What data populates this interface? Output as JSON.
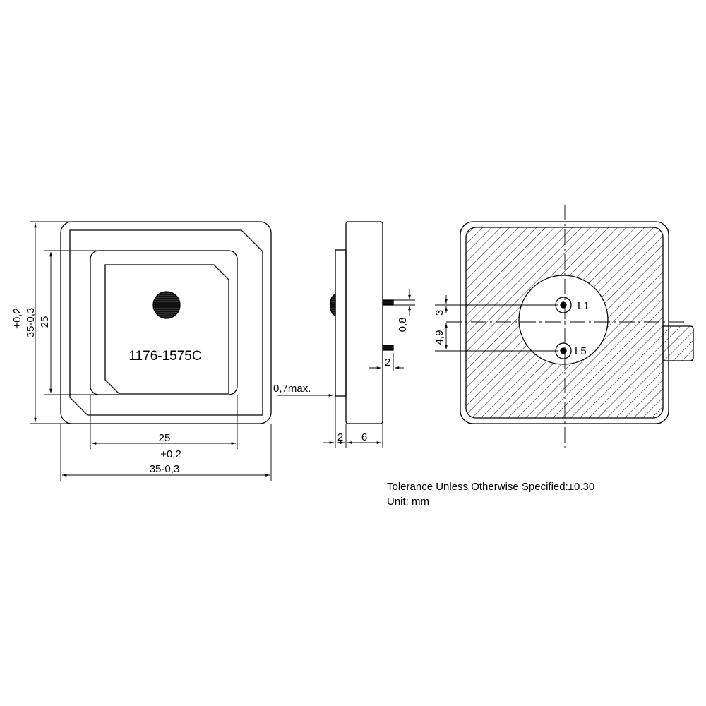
{
  "front_view": {
    "part_number": "1176-1575C",
    "dim_outer_height_tol": "+0,2",
    "dim_outer_height": "35-0,3",
    "dim_inner_height": "25",
    "dim_inner_width": "25",
    "dim_outer_width_tol": "+0,2",
    "dim_outer_width": "35-0,3"
  },
  "side_view": {
    "dim_max_gap": "0,7max.",
    "dim_pin_height": "0,8",
    "dim_pin_length": "2",
    "dim_patch_thickness": "2",
    "dim_body_thickness": "6"
  },
  "back_view": {
    "pin_1_label": "L1",
    "pin_5_label": "L5",
    "dim_pin1_offset": "3",
    "dim_pin5_offset": "4,9"
  },
  "notes": {
    "tolerance": "Tolerance Unless Otherwise Specified:±0.30",
    "unit": "Unit: mm"
  }
}
